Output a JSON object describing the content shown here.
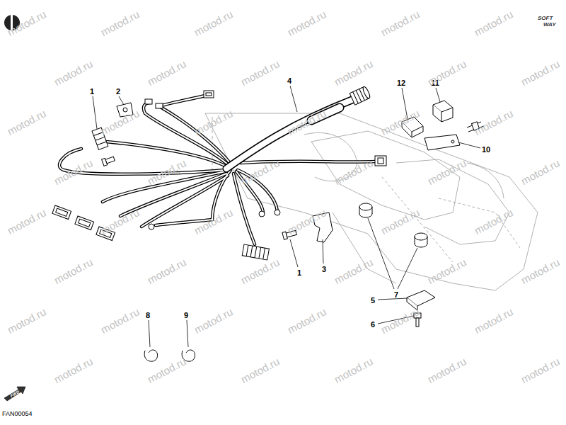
{
  "diagram": {
    "labels": [
      "1",
      "2",
      "4",
      "12",
      "11",
      "10",
      "1",
      "3",
      "7",
      "5",
      "6",
      "8",
      "9",
      "FAN00054",
      "SOFT",
      "WAY",
      "FWD",
      "motod.ru",
      "motod.ru",
      "motod.ru",
      "motod.ru",
      "motod.ru",
      "motod.ru",
      "motod.ru",
      "motod.ru",
      "motod.ru",
      "motod.ru",
      "motod.ru",
      "motod.ru",
      "motod.ru",
      "motod.ru",
      "motod.ru",
      "motod.ru",
      "motod.ru",
      "motod.ru",
      "motod.ru",
      "motod.ru",
      "motod.ru",
      "motod.ru",
      "motod.ru",
      "motod.ru",
      "motod.ru",
      "motod.ru",
      "motod.ru",
      "motod.ru",
      "motod.ru",
      "motod.ru",
      "motod.ru",
      "motod.ru",
      "motod.ru",
      "motod.ru",
      "motod.ru",
      "motod.ru",
      "motod.ru",
      "motod.ru",
      "motod.ru",
      "motod.ru",
      "motod.ru",
      "motod.ru",
      "motod.ru",
      "motod.ru",
      "motod.ru",
      "motod.ru",
      "motod.ru",
      "motod.ru"
    ]
  }
}
